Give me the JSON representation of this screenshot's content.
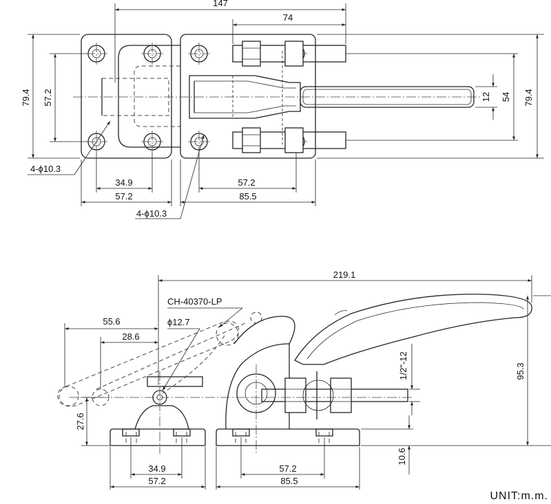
{
  "top_view": {
    "dims": {
      "overall_length": "147",
      "handle_to_bolt": "74",
      "height_left": "79.4",
      "height_right": "79.4",
      "hole_spacing_left": "57.2",
      "spindle_spacing": "54",
      "handle_dia": "12",
      "base_hole_x_left": "34.9",
      "base_width_left": "57.2",
      "base_hole_x_right": "57.2",
      "base_width_right": "85.5",
      "holes_left": "4-ϕ10.3",
      "holes_right": "4-ϕ10.3"
    }
  },
  "side_view": {
    "model": "CH-40370-LP",
    "dims": {
      "overall_length": "219.1",
      "open_reach": "55.6",
      "pivot_offset": "28.6",
      "pin_dia": "ϕ12.7",
      "pivot_height": "27.6",
      "overall_height": "95.3",
      "thread": "1/2\"-12",
      "base_thickness": "10.6",
      "base_hole_x_left": "34.9",
      "base_width_left": "57.2",
      "base_hole_x_right": "57.2",
      "base_width_right": "85.5"
    }
  },
  "unit_label": "UNIT:m.m."
}
